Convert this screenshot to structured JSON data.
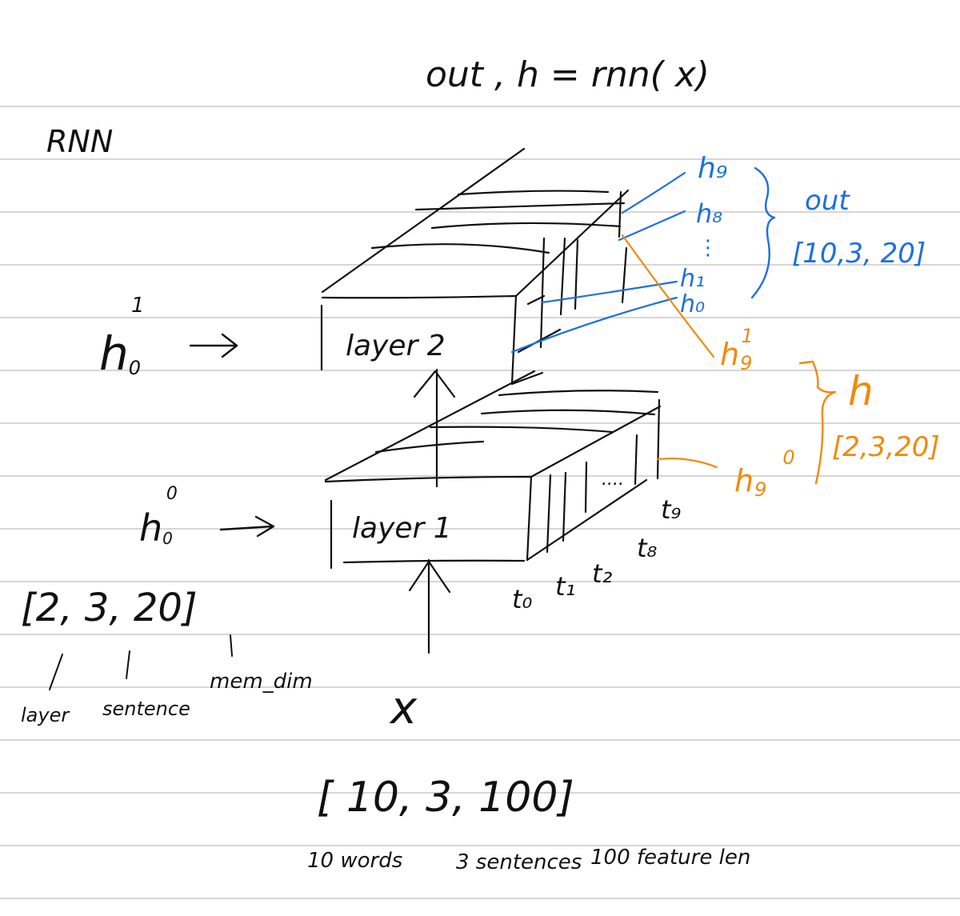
{
  "title": "out , h = rnn( x)",
  "section_label": "RNN",
  "input": {
    "symbol": "x",
    "shape": "[ 10, 3, 100]",
    "dims": [
      "10 words",
      "3 sentences",
      "100 feature len"
    ]
  },
  "hidden_init": {
    "shape": "[2, 3, 20]",
    "dims": [
      "layer",
      "sentence",
      "mem_dim"
    ],
    "layer0": {
      "base": "h",
      "sub": "0",
      "sup": "0"
    },
    "layer1": {
      "base": "h",
      "sub": "0",
      "sup": "1"
    }
  },
  "layers": [
    {
      "label": "layer 1"
    },
    {
      "label": "layer 2"
    }
  ],
  "time_steps": {
    "front": [
      "t₀",
      "t₁",
      "t₂",
      "t₈"
    ],
    "last": "t₉",
    "ellipsis": "...."
  },
  "outputs": {
    "items": [
      "h₉",
      "h₈",
      "⋮",
      "h₁",
      "h₀"
    ],
    "label": "out",
    "shape": "[10,3, 20]"
  },
  "final_hidden": {
    "layer1": {
      "base": "h",
      "sub": "9",
      "sup": "1"
    },
    "layer0": {
      "base": "h",
      "sub": "9",
      "sup": "0"
    },
    "label": "h",
    "shape": "[2,3,20]"
  },
  "colors": {
    "ink": "#111111",
    "blue": "#1e6fe0",
    "orange": "#f08a0c",
    "ruled_lines": "#c9c9c9"
  }
}
